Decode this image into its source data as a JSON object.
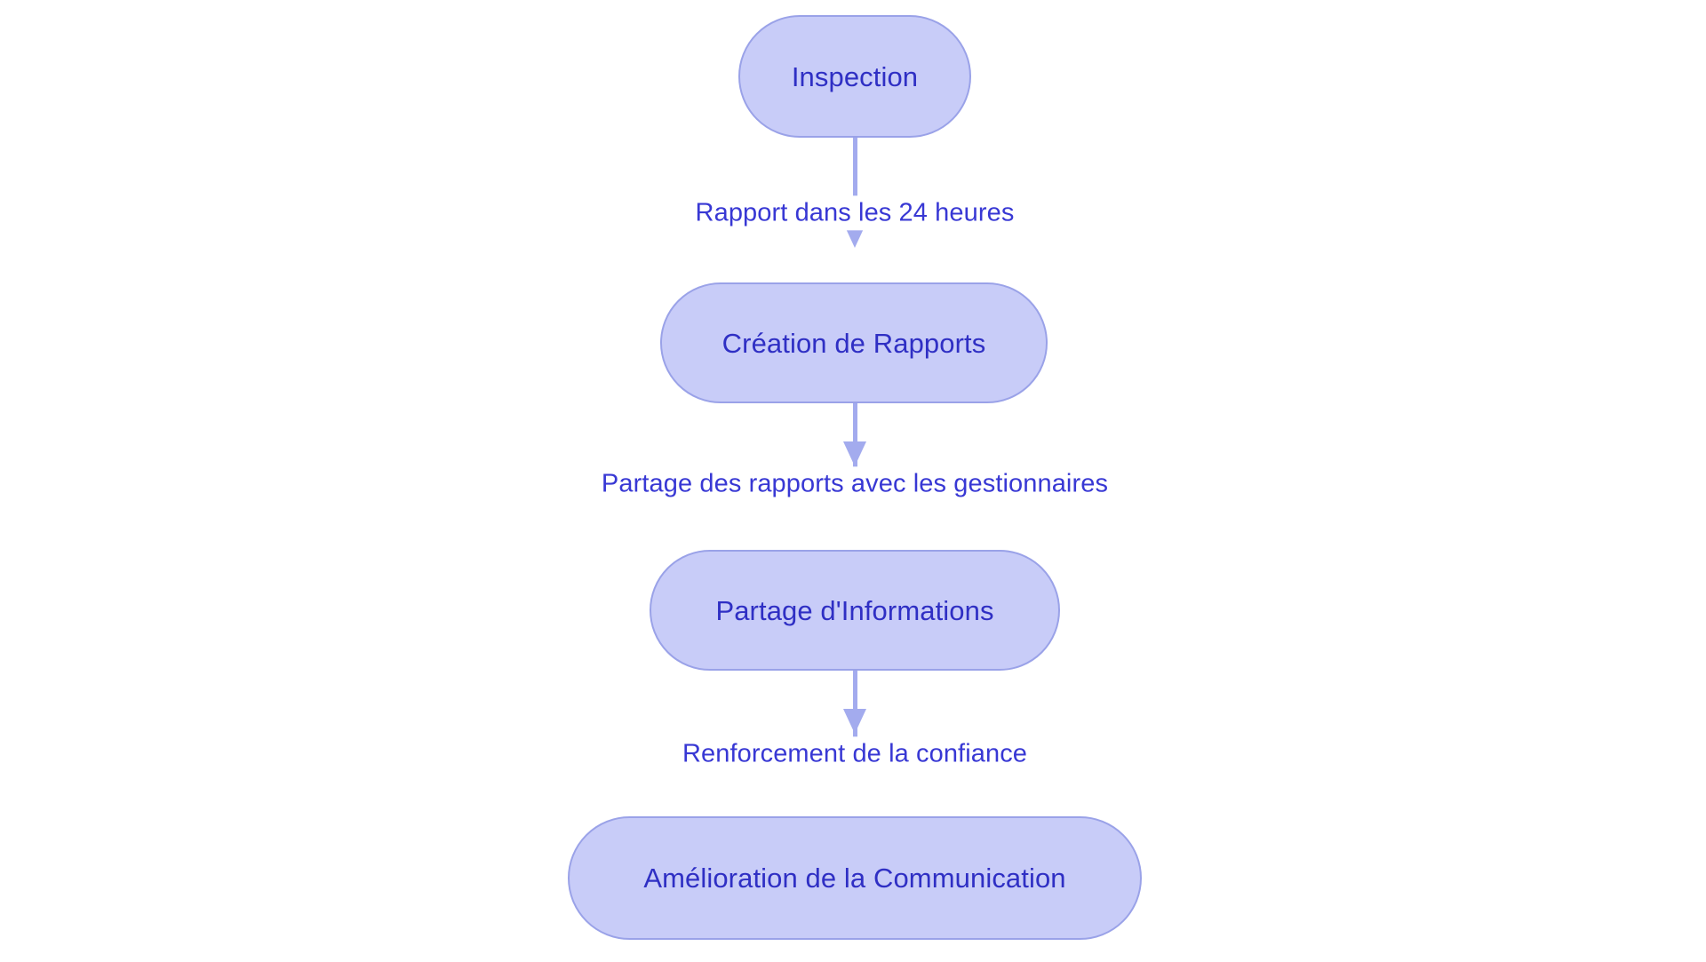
{
  "diagram": {
    "type": "flowchart",
    "direction": "top-to-bottom",
    "background_color": "#ffffff",
    "node_fill_color": "#c8ccf8",
    "node_border_color": "#9aa2e8",
    "node_text_color": "#2f2fc4",
    "edge_color": "#a3abee",
    "edge_label_text_color": "#3838d4",
    "node_shape": "stadium",
    "nodes": [
      {
        "id": "inspection",
        "label": "Inspection"
      },
      {
        "id": "creation-rapports",
        "label": "Création de Rapports"
      },
      {
        "id": "partage-infos",
        "label": "Partage d'Informations"
      },
      {
        "id": "amelioration-comm",
        "label": "Amélioration de la Communication"
      }
    ],
    "edges": [
      {
        "id": "edge1",
        "from": "inspection",
        "to": "creation-rapports",
        "label": "Rapport dans les 24 heures",
        "arrow": "arrow-down-icon"
      },
      {
        "id": "edge2",
        "from": "creation-rapports",
        "to": "partage-infos",
        "label": "Partage des rapports avec les gestionnaires",
        "arrow": "arrow-down-icon"
      },
      {
        "id": "edge3",
        "from": "partage-infos",
        "to": "amelioration-comm",
        "label": "Renforcement de la confiance",
        "arrow": "arrow-down-icon"
      }
    ]
  }
}
